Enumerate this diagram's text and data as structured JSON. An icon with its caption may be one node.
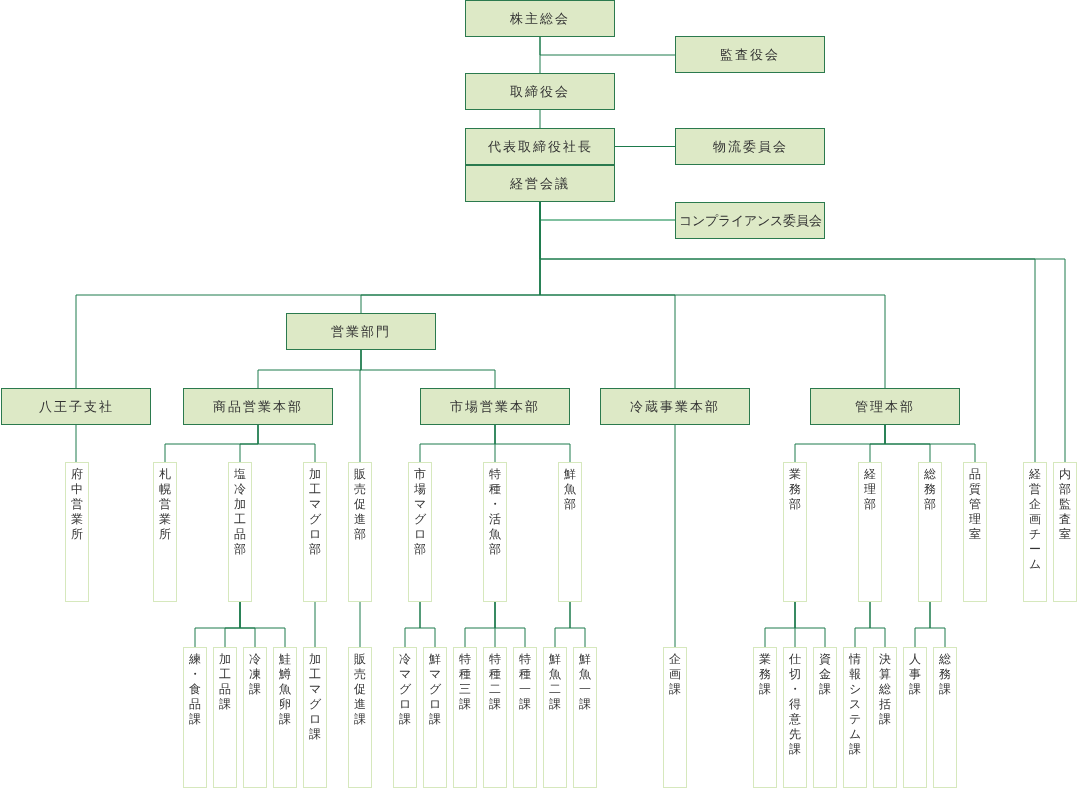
{
  "diagram": {
    "nodes": [
      {
        "text": [
          "株主総会"
        ]
      },
      {
        "text": [
          "監査役会"
        ]
      },
      {
        "text": [
          "取締役会"
        ]
      },
      {
        "text": [
          "代表取締役社長"
        ]
      },
      {
        "text": [
          "物流委員会"
        ]
      },
      {
        "text": [
          "経営会議"
        ]
      },
      {
        "text": [
          "コンプライアンス委員会"
        ]
      },
      {
        "text": [
          "営業部門"
        ]
      },
      {
        "text": [
          "八王子支社"
        ]
      },
      {
        "text": [
          "商品営業本部"
        ]
      },
      {
        "text": [
          "市場営業本部"
        ]
      },
      {
        "text": [
          "冷蔵事業本部"
        ]
      },
      {
        "text": [
          "管理本部"
        ]
      },
      {
        "text": [
          "府中営業所"
        ]
      },
      {
        "text": [
          "札幌営業所"
        ]
      },
      {
        "text": [
          "塩冷加工品部"
        ]
      },
      {
        "text": [
          "加工マグロ部"
        ]
      },
      {
        "text": [
          "販売促進部"
        ]
      },
      {
        "text": [
          "市場マグロ部"
        ]
      },
      {
        "text": [
          "特種・活魚部"
        ]
      },
      {
        "text": [
          "鮮魚部"
        ]
      },
      {
        "text": [
          "業務部"
        ]
      },
      {
        "text": [
          "経理部"
        ]
      },
      {
        "text": [
          "総務部"
        ]
      },
      {
        "text": [
          "品質管理室"
        ]
      },
      {
        "text": [
          "経営企画チーム"
        ]
      },
      {
        "text": [
          "内部監査室"
        ]
      },
      {
        "text": [
          "練・食品課"
        ]
      },
      {
        "text": [
          "加工品課"
        ]
      },
      {
        "text": [
          "冷凍課"
        ]
      },
      {
        "text": [
          "鮭鱒魚卵課"
        ]
      },
      {
        "text": [
          "加工マグロ課"
        ]
      },
      {
        "text": [
          "販売促進課"
        ]
      },
      {
        "text": [
          "冷マグロ課"
        ]
      },
      {
        "text": [
          "鮮マグロ課"
        ]
      },
      {
        "text": [
          "特種三課"
        ]
      },
      {
        "text": [
          "特種二課"
        ]
      },
      {
        "text": [
          "特種一課"
        ]
      },
      {
        "text": [
          "鮮魚二課"
        ]
      },
      {
        "text": [
          "鮮魚一課"
        ]
      },
      {
        "text": [
          "企画課"
        ]
      },
      {
        "text": [
          "業務課"
        ]
      },
      {
        "text": [
          "仕切・得意先課"
        ]
      },
      {
        "text": [
          "資金課"
        ]
      },
      {
        "text": [
          "情報システム課"
        ]
      },
      {
        "text": [
          "決算総括課"
        ]
      },
      {
        "text": [
          "人事課"
        ]
      },
      {
        "text": [
          "総務課"
        ]
      }
    ],
    "edges": [
      {
        "from": 0,
        "to": 1,
        "arrow": "none"
      },
      {
        "from": 0,
        "to": 2,
        "arrow": "none"
      },
      {
        "from": 2,
        "to": 3,
        "arrow": "none"
      },
      {
        "from": 3,
        "to": 4,
        "arrow": "none"
      },
      {
        "from": 5,
        "to": 6,
        "arrow": "none",
        "color": "#80c0a0"
      },
      {
        "from": 5,
        "to": 25,
        "arrow": "none"
      },
      {
        "from": 5,
        "to": 26,
        "arrow": "none"
      },
      {
        "from": 5,
        "to": 8,
        "arrow": "none"
      },
      {
        "from": 5,
        "to": 7,
        "arrow": "none"
      },
      {
        "from": 5,
        "to": 11,
        "arrow": "none"
      },
      {
        "from": 5,
        "to": 12,
        "arrow": "none"
      },
      {
        "from": 7,
        "to": 9,
        "arrow": "none"
      },
      {
        "from": 7,
        "to": 17,
        "arrow": "none"
      },
      {
        "from": 7,
        "to": 10,
        "arrow": "none"
      },
      {
        "from": 8,
        "to": 13,
        "arrow": "none"
      },
      {
        "from": 9,
        "to": 14,
        "arrow": "none"
      },
      {
        "from": 9,
        "to": 15,
        "arrow": "none"
      },
      {
        "from": 9,
        "to": 16,
        "arrow": "none"
      },
      {
        "from": 10,
        "to": 18,
        "arrow": "none"
      },
      {
        "from": 10,
        "to": 19,
        "arrow": "none"
      },
      {
        "from": 10,
        "to": 20,
        "arrow": "none"
      },
      {
        "from": 12,
        "to": 21,
        "arrow": "none"
      },
      {
        "from": 12,
        "to": 22,
        "arrow": "none"
      },
      {
        "from": 12,
        "to": 23,
        "arrow": "none"
      },
      {
        "from": 12,
        "to": 24,
        "arrow": "none"
      },
      {
        "from": 15,
        "to": 27,
        "arrow": "none"
      },
      {
        "from": 15,
        "to": 28,
        "arrow": "none"
      },
      {
        "from": 15,
        "to": 29,
        "arrow": "none"
      },
      {
        "from": 15,
        "to": 30,
        "arrow": "none"
      },
      {
        "from": 16,
        "to": 31,
        "arrow": "none"
      },
      {
        "from": 17,
        "to": 32,
        "arrow": "none"
      },
      {
        "from": 18,
        "to": 33,
        "arrow": "none"
      },
      {
        "from": 18,
        "to": 34,
        "arrow": "none"
      },
      {
        "from": 19,
        "to": 35,
        "arrow": "none"
      },
      {
        "from": 19,
        "to": 36,
        "arrow": "none"
      },
      {
        "from": 19,
        "to": 37,
        "arrow": "none"
      },
      {
        "from": 20,
        "to": 38,
        "arrow": "none"
      },
      {
        "from": 20,
        "to": 39,
        "arrow": "none"
      },
      {
        "from": 11,
        "to": 40,
        "arrow": "none"
      },
      {
        "from": 21,
        "to": 41,
        "arrow": "none"
      },
      {
        "from": 21,
        "to": 42,
        "arrow": "none"
      },
      {
        "from": 21,
        "to": 43,
        "arrow": "none"
      },
      {
        "from": 22,
        "to": 44,
        "arrow": "none"
      },
      {
        "from": 22,
        "to": 45,
        "arrow": "none"
      },
      {
        "from": 23,
        "to": 46,
        "arrow": "none"
      },
      {
        "from": 23,
        "to": 47,
        "arrow": "none"
      }
    ]
  }
}
